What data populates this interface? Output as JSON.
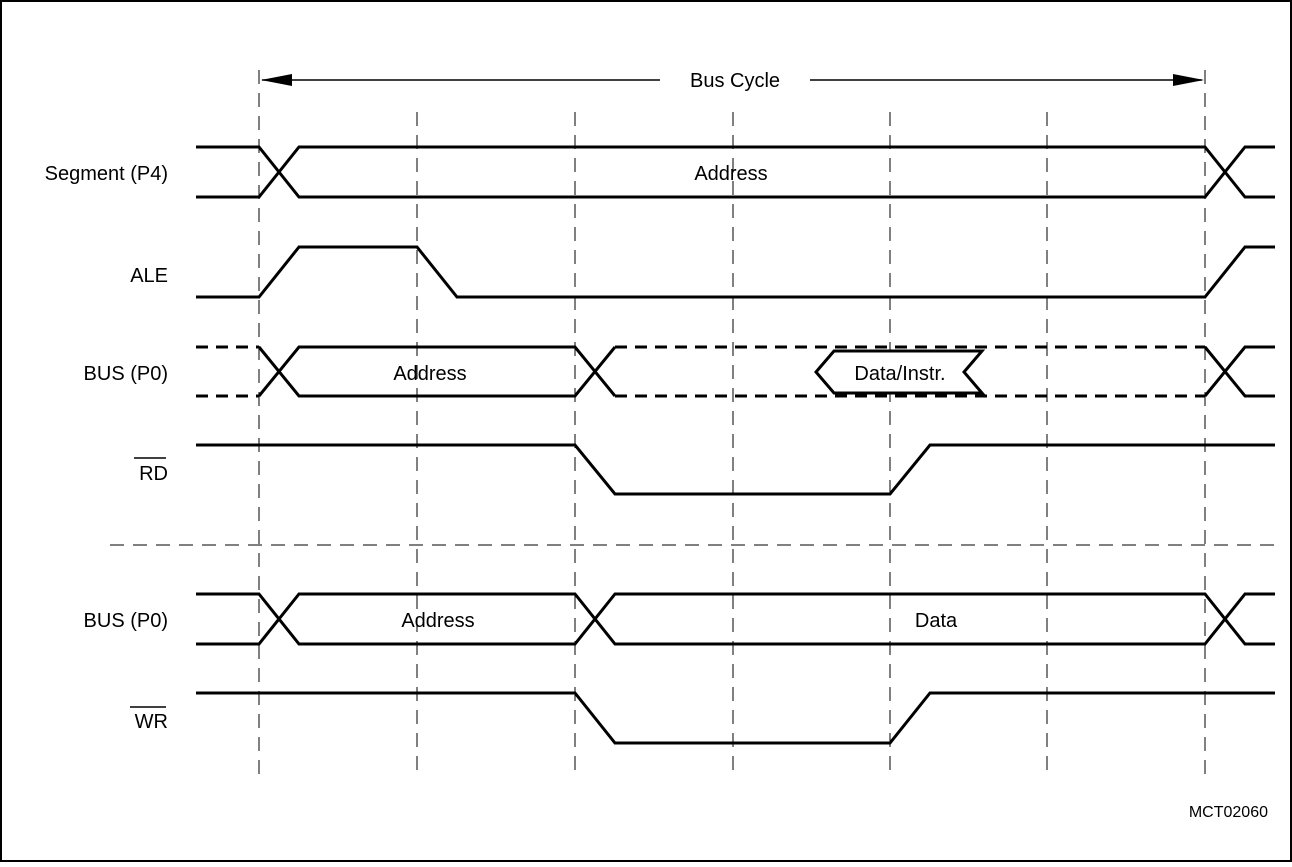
{
  "diagram": {
    "title": "Bus Cycle",
    "code": "MCT02060",
    "signals": {
      "segment": {
        "label": "Segment (P4)",
        "value": "Address"
      },
      "ale": {
        "label": "ALE"
      },
      "bus_read": {
        "label": "BUS (P0)",
        "address": "Address",
        "data": "Data/Instr."
      },
      "rd": {
        "label": "RD"
      },
      "bus_write": {
        "label": "BUS (P0)",
        "address": "Address",
        "data": "Data"
      },
      "wr": {
        "label": "WR"
      }
    }
  }
}
